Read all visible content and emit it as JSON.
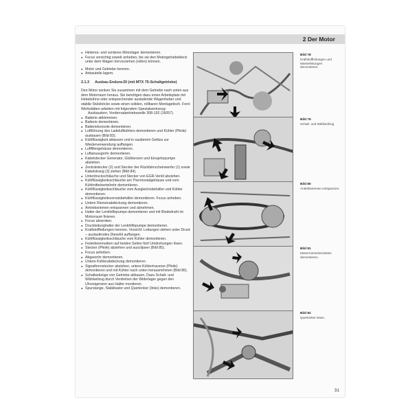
{
  "header": {
    "title": "2 Der Motor"
  },
  "intro_items": [
    "Hinteres- und vorderes Motorlager demontieren.",
    "Focus vorsichtig soweit anheben, bis sie den Motorgetriebeblock unter dem Wagen hervorziehen (rollen) können.",
    "Motor und Getriebe trennen.",
    "Anbauteile lagern."
  ],
  "section": {
    "number": "2.1.3",
    "title": "Ausbau Endura-DI (mit MTX 75-Schaltgetriebe)"
  },
  "paragraph": "Den Motor senken Sie zusammen mit dem Getriebe nach unten aus dem Motorraum heraus. Sie benötigen dazu einen Arbeitsplatz mit Hebebühne oder entsprechender ausladende Wagenheber und stabile Stützböcke sowie einen soliden, rollbaren Montagetisch. Ford-Werkstätten arbeiten mit folgendem Spezialwerkzeug:",
  "special_tool": "Ausbaudorn, Vorderradantriebswelle 308-192 (16057).",
  "steps": [
    "Batterie abklemmen.",
    "Batterie demontieren.",
    "Batteriekonsole demontieren.",
    "Luftführung des Ladeluftkühlers demontieren und Kühler (Pfeile) ausbauen (Bild 83).",
    "Kühlflüssigkeit ablassen und in sauberem Gefäss zur Wiederverwendung auffangen.",
    "Luftfiltergehäuse demontieren.",
    "Luftansaugrohr demontieren.",
    "Kabelstecker Generator, Glühkerzen und Einspritzpumpe abziehen.",
    "Zentralstecker (2) und Stecker der Rückfahrscheinwerfer (1) sowie Kabelstrang (3) ziehen (Bild 84).",
    "Unterdruckschläuche und Stecker von EGR-Ventil abziehen.",
    "Kühlflüssigkeitsschläuche am Thermostatgehäuse und vom Kühlmittelverteilrohr demontieren.",
    "Kühlflüssigkeitsschläuche vom Ausgleichsbehälter und Kühler demontieren.",
    "Kühlflüssigkeitsvorratsbehälter demontieren. Focus anheben.",
    "Untere Riemenabdeckung demontieren.",
    "Antriebsriemen entspannen und abnehmen.",
    "Halter der Lenkhilfepumpe demontieren und mit Bindedraht im Motorraum fixieren.",
    "Focus absenken.",
    "Druckleitunghalter der Lenkhilfepumpe demontieren.",
    "Kraftstoffleitungen trennen. Vorsicht: Leitungen stehen unter Druck – auslaufendes Dieselöl auffangen.",
    "Kühlflüssigkeitsschläuche vom Kühler demontieren.",
    "Federbeinmuttern auf beiden Seiten fünf Umdrehungen lösen.",
    "Stecker (Pfeile) abziehen und ausclipsen (Bild 85).",
    "Focus anheben.",
    "Abgasrohr demontieren.",
    "Untere Kühlerabdeckung demontieren.",
    "Signalhornstecker abziehen, untere Kühlertraverse (Pfeile) demontieren und mit Kühler nach unten herausnehmen (Bild 86).",
    "Schaltseilzüge von Getriebe abbauen. Dazu Schalt- und Wählseilzug durch Verdrehen der Widerlager gegen den Uhrzeigersinn aus Halter montieren.",
    "Spurstange, Stabilisator und Querlenker (links) demontieren."
  ],
  "figures": [
    {
      "label": "Bild 78",
      "caption": "Kraftstoffleitungen und Masseleitungen demontieren."
    },
    {
      "label": "Bild 79",
      "caption": "Schalt- und Wählseilzug"
    },
    {
      "label": "Bild 80",
      "caption": "Antriebsriemen entspannen."
    },
    {
      "label": "Bild 81",
      "caption": "Motormomentenstütze demontieren."
    },
    {
      "label": "Bild 82",
      "caption": "Querlenker lösen."
    }
  ],
  "page_number": "31"
}
